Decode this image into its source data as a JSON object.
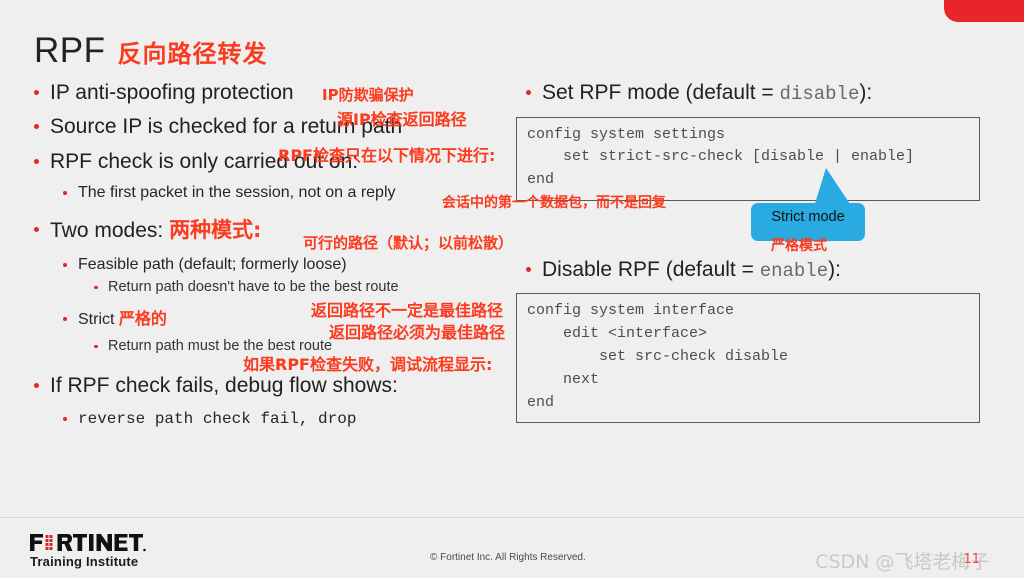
{
  "slide": {
    "title_en": "RPF",
    "title_cn": "反向路径转发",
    "background": "#efefef",
    "accent_color": "#e8252a"
  },
  "left": {
    "bullets": [
      {
        "text": "IP anti-spoofing protection"
      },
      {
        "text": "Source IP is checked for a return path"
      },
      {
        "text": "RPF check is only carried out on:"
      }
    ],
    "sub_first_packet": "The first packet in the session, not on a reply",
    "two_modes": "Two modes:",
    "two_modes_cn": "两种模式:",
    "feasible_path": "Feasible path (default; formerly loose)",
    "feasible_detail": "Return path doesn't have to be the best route",
    "strict": "Strict",
    "strict_cn": "严格的",
    "strict_detail": "Return path must be the best route",
    "if_fails": "If RPF check fails, debug flow shows:",
    "debug_output": "reverse path check fail, drop"
  },
  "annotations": {
    "ip_antispoof_cn": "IP防欺骗保护",
    "source_ip_cn": "源IP检查返回路径",
    "rpf_check_cn": "RPF检查只在以下情况下进行:",
    "first_packet_cn": "会话中的第一个数据包，而不是回复",
    "feasible_cn": "可行的路径（默认；以前松散）",
    "return_not_best_cn": "返回路径不一定是最佳路径",
    "return_must_best_cn": "返回路径必须为最佳路径",
    "debug_cn": "如果RPF检查失败，调试流程显示:"
  },
  "right": {
    "set_mode_prefix": "Set RPF mode (default = ",
    "set_mode_value": "disable",
    "set_mode_suffix": "):",
    "code_settings": "config system settings\n    set strict-src-check [disable | enable]\nend",
    "disable_prefix": "Disable RPF (default = ",
    "disable_value": "enable",
    "disable_suffix": "):",
    "code_interface": "config system interface\n    edit <interface>\n        set src-check disable\n    next\nend"
  },
  "callout": {
    "label": "Strict mode",
    "label_cn": "严格模式",
    "color": "#29abe2"
  },
  "footer": {
    "logo_text": "FORTINET",
    "logo_sub": "Training Institute",
    "copyright": "© Fortinet Inc. All Rights Reserved.",
    "watermark": "CSDN @飞塔老梅子",
    "watermark_mark": "11"
  }
}
